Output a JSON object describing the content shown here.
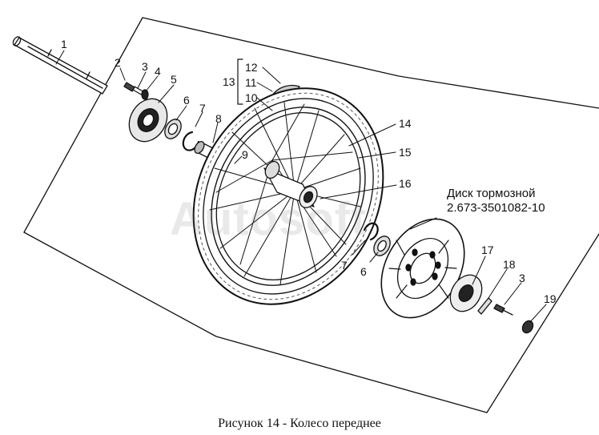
{
  "figure": {
    "caption": "Рисунок 14 - Колесо переднее",
    "watermark": "Autosoft",
    "note_line1": "Диск тормозной",
    "note_line2": "2.673-3501082-10"
  },
  "callouts": {
    "c1": "1",
    "c2": "2",
    "c3a": "3",
    "c4": "4",
    "c5": "5",
    "c6a": "6",
    "c7a": "7",
    "c8": "8",
    "c9": "9",
    "c10": "10",
    "c11": "11",
    "c12": "12",
    "c13": "13",
    "c14": "14",
    "c15": "15",
    "c16": "16",
    "c17": "17",
    "c18": "18",
    "c3b": "3",
    "c19": "19",
    "c7b": "7",
    "c6b": "6"
  },
  "colors": {
    "ink": "#111111",
    "paper": "#ffffff"
  }
}
